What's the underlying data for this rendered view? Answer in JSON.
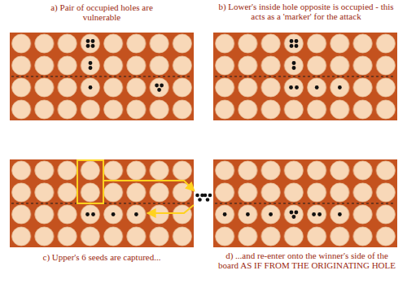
{
  "diagram": {
    "labels": [
      "a) Pair of occupied holes are vulnerable",
      "b) Lower's inside hole opposite is occupied - this acts as a 'marker' for the attack",
      "c) Upper's 6 seeds are captured...",
      "d) ...and re-enter onto the winner's side of the board AS IF FROM THE ORIGINATING HOLE"
    ]
  }
}
